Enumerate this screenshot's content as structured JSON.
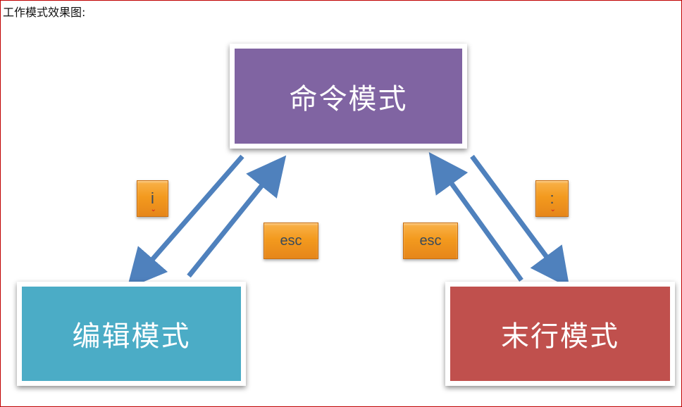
{
  "heading": "工作模式效果图:",
  "modes": {
    "command": {
      "label": "命令模式",
      "color": "#8064a2"
    },
    "insert": {
      "label": "编辑模式",
      "color": "#4bacc6"
    },
    "lastline": {
      "label": "末行模式",
      "color": "#c0504d"
    }
  },
  "keys": {
    "insert_key": "i",
    "esc_left": "esc",
    "esc_right": "esc",
    "colon_key": ":"
  },
  "colors": {
    "arrow": "#4f81bd",
    "key": "#f39a1e",
    "frame": "#c00000"
  }
}
